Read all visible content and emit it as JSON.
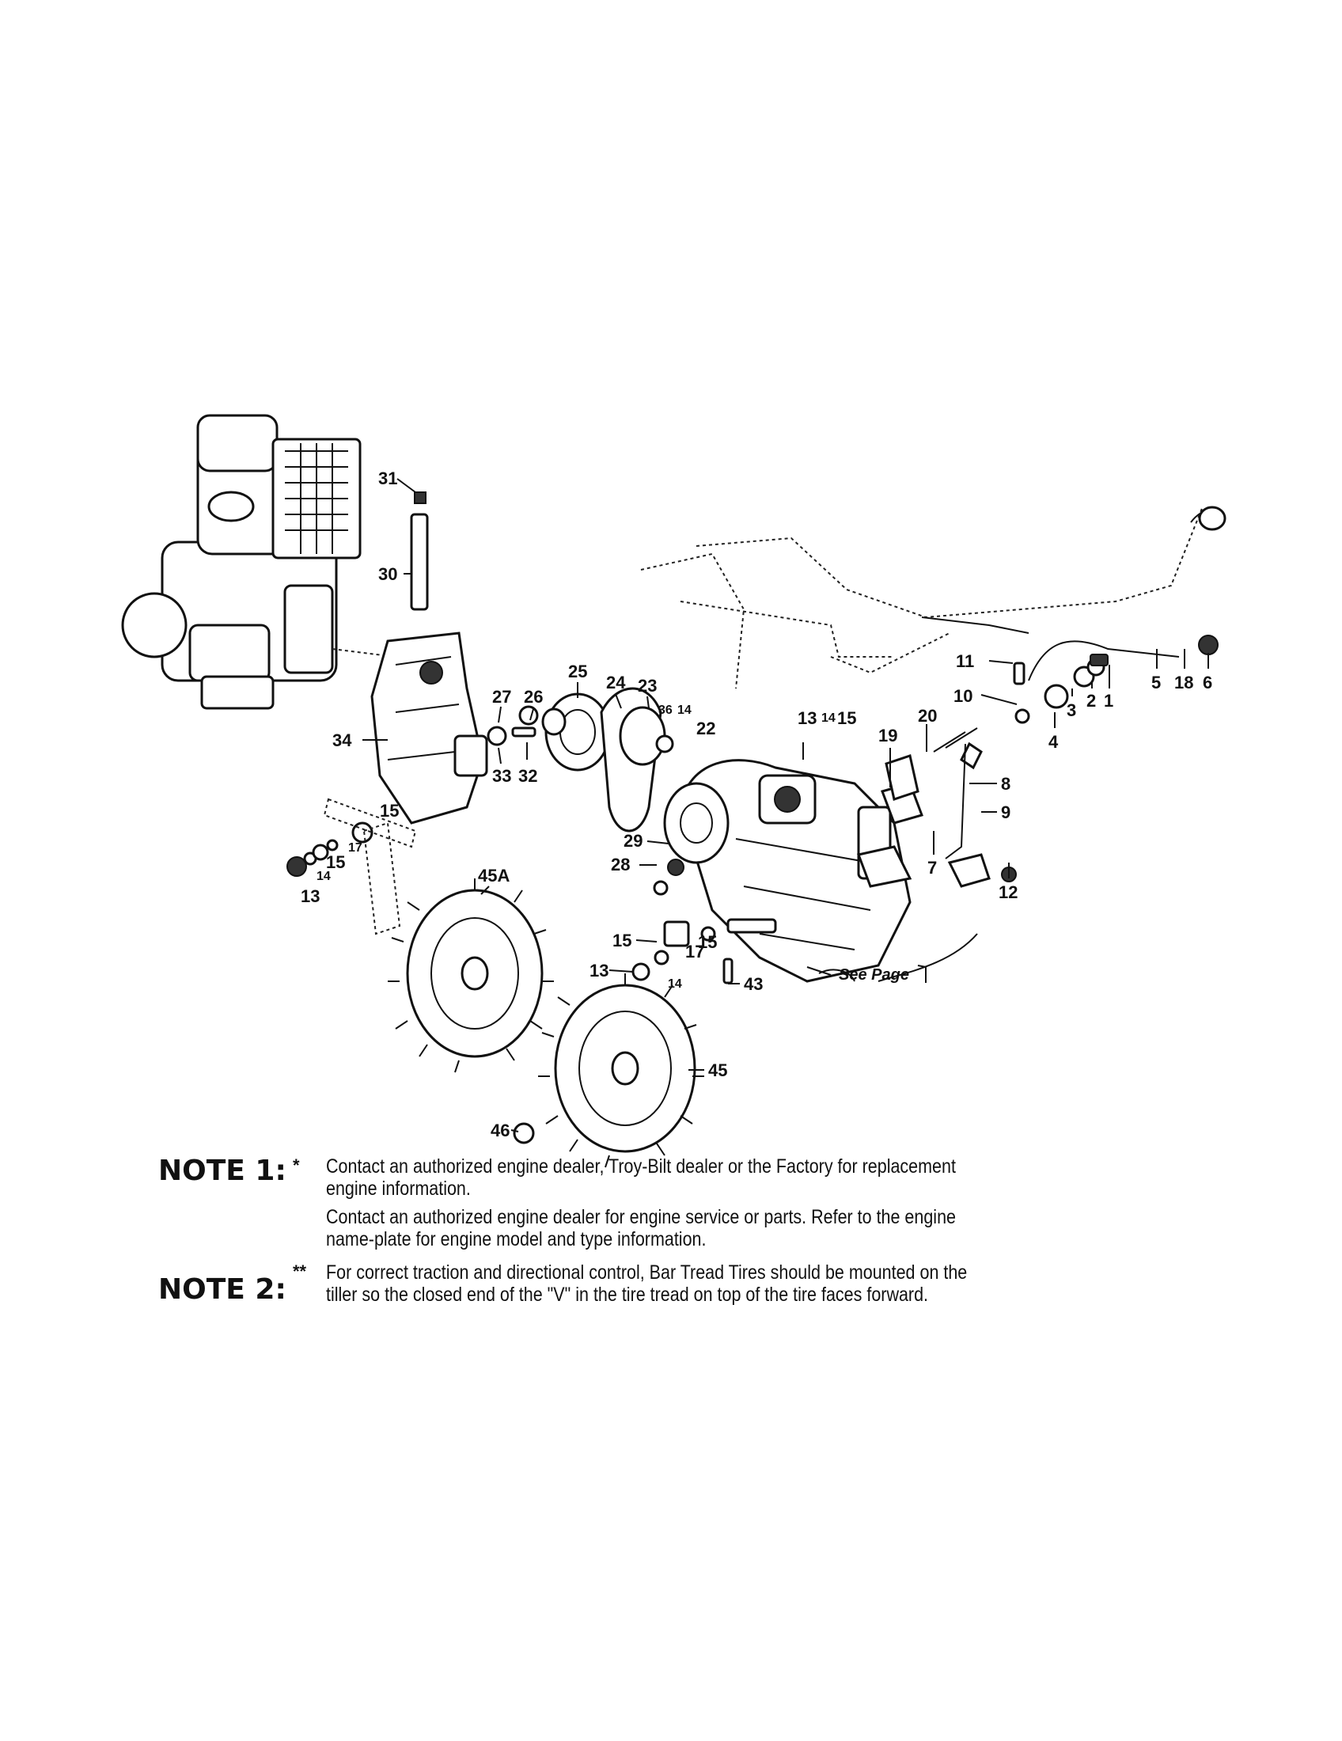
{
  "callouts": {
    "c31": "31",
    "c30": "30",
    "c34": "34",
    "c27": "27",
    "c26": "26",
    "c25": "25",
    "c24": "24",
    "c23": "23",
    "c36": "36",
    "c14a": "14",
    "c22": "22",
    "c33": "33",
    "c32": "32",
    "c15a": "15",
    "c17a": "17",
    "c15b": "15",
    "c14b": "14",
    "c13a": "13",
    "c45a": "45A",
    "c13b": "13",
    "c14c": "14",
    "c15c": "15",
    "c20": "20",
    "c19": "19",
    "c11": "11",
    "c10": "10",
    "c8": "8",
    "c9": "9",
    "c7": "7",
    "c12": "12",
    "c4": "4",
    "c3": "3",
    "c2": "2",
    "c1": "1",
    "c5": "5",
    "c18": "18",
    "c6": "6",
    "c29": "29",
    "c28": "28",
    "c15d": "15",
    "c15e": "15",
    "c17b": "17",
    "c13c": "13",
    "c14d": "14",
    "c43": "43",
    "c45": "45",
    "c46": "46"
  },
  "see_page": "See Page",
  "notes": {
    "note1_label": "NOTE 1:",
    "note1_mark": "*",
    "note1_line1": "Contact an authorized engine dealer, Troy-Bilt dealer or the Factory for replacement engine information.",
    "note1_line2": "Contact an authorized engine dealer for engine service or parts. Refer to the engine name-plate for engine model and type information.",
    "note2_label": "NOTE 2:",
    "note2_mark": "**",
    "note2_line1": "For correct traction and directional control, Bar Tread Tires should be mounted on the tiller so the closed end of the \"V\" in the tire tread on top of the tire faces forward."
  }
}
